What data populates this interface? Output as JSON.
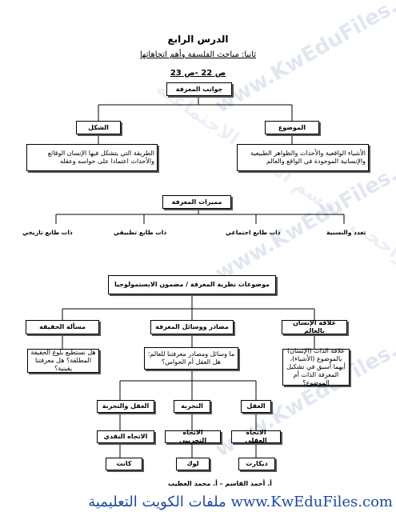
{
  "header": {
    "lesson": "الدرس الرابع",
    "topic": "ثانيا: مباحث الفلسفة وأهم اتجاهاتها",
    "pages": "ص 22 -ص 23"
  },
  "nodes": {
    "knowledge_aspects": "جوانب المعرفة",
    "form": "الشكل",
    "subject": "الموضوع",
    "form_desc": "الطريقة التي يتشكل فيها الإنسان الوقائع والأحداث اعتمادا على حواسه وعقله",
    "subject_desc": "الأشياء الواقعية والأحداث والظواهر الطبيعية والإنسانية الموجودة في الواقع والعالم",
    "knowledge_features": "مميزات المعرفة",
    "topics": "موضوعات نظرية المعرفة / مضمون الابستمولوجيا",
    "truth_issue": "مسألة الحقيقة",
    "sources": "مصادر ووسائل المعرفة",
    "human_world": "علاقة الإنسان بالعالم",
    "truth_q": "هل نستطيع بلوغ الحقيقة المطلقة؟ هل معرفتنا يقينية؟",
    "sources_q": "ما وسائل ومصادر معرفتنا للعالم؛ هل العقل أم الحواس؟",
    "human_q": "علاقة الذات (الإنسان) بالموضوع (الأشياء)، أيهما أسبق في تشكيل المعرفة الذات أم الموضوع؟",
    "reason_exp": "العقل والتجربة",
    "experience": "التجربة",
    "reason": "العقل",
    "critical": "الاتجاه النقدي",
    "empirical": "الاتجاه التجريبي",
    "rational": "الاتجاه العقلي",
    "kant": "كانت",
    "locke": "لوك",
    "descartes": "ديكارت"
  },
  "features": [
    "ذات طابع تاريخي",
    "ذات طابع تطبيقي",
    "ذات طابع اجتماعي",
    "تعدد والنسبية"
  ],
  "footer": {
    "authors": "أ. أحمد القاسم – أ. محمد العطيب",
    "site": "ملفات الكويت التعليمية www.KwEduFiles.com"
  },
  "watermarks": {
    "site": "www.KwEduFiles.com",
    "school": "ثانوية الشهيد عبدالله الراجحي – قسم العلوم الاجتماعية"
  }
}
